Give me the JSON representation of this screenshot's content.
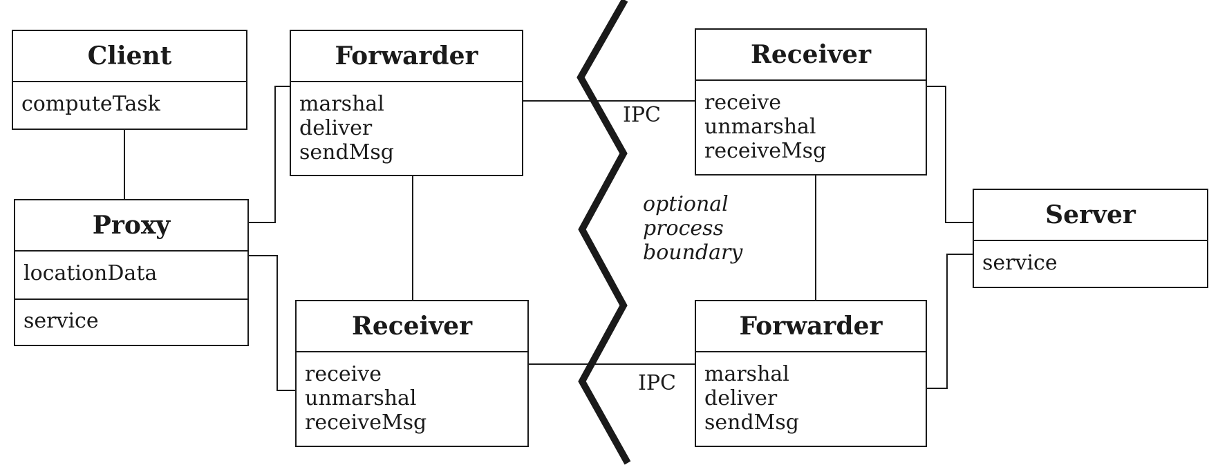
{
  "client": {
    "title": "Client",
    "ops": "computeTask"
  },
  "proxy": {
    "title": "Proxy",
    "attr": "locationData",
    "ops": "service"
  },
  "forwarder_top": {
    "title": "Forwarder",
    "ops": [
      "marshal",
      "deliver",
      "sendMsg"
    ]
  },
  "receiver_bottom": {
    "title": "Receiver",
    "ops": [
      "receive",
      "unmarshal",
      "receiveMsg"
    ]
  },
  "receiver_top": {
    "title": "Receiver",
    "ops": [
      "receive",
      "unmarshal",
      "receiveMsg"
    ]
  },
  "forwarder_bottom": {
    "title": "Forwarder",
    "ops": [
      "marshal",
      "deliver",
      "sendMsg"
    ]
  },
  "server": {
    "title": "Server",
    "ops": "service"
  },
  "ipc_top": "IPC",
  "ipc_bottom": "IPC",
  "boundary": [
    "optional",
    "process",
    "boundary"
  ]
}
